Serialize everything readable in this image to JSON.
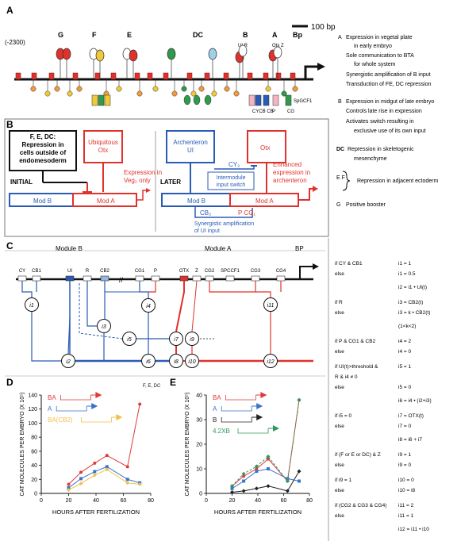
{
  "panels": {
    "A": {
      "letter": "A",
      "scale_label": "100 bp",
      "coordinate": "(-2300)",
      "modules": [
        "G",
        "F",
        "E",
        "DC",
        "B",
        "A",
        "Bp"
      ],
      "sub_labels": {
        "ui_r": "UI R",
        "otx_z": "Otx Z",
        "cy_cb_cb": "CYCB CB",
        "p": "P",
        "cg": "CG",
        "spgcf1": "SpGCF1"
      }
    },
    "A_notes": [
      {
        "key": "A",
        "lines": [
          "Expression in vegetal plate",
          "in early embryo",
          "Sole communication to BTA",
          "for whole system",
          "Synergistic amplification of B input",
          "Transduction of FE, DC repression"
        ]
      },
      {
        "key": "B",
        "lines": [
          "Expression in midgut of late embryo",
          "Controls late rise in expression",
          "Activates switch resulting in",
          "exclusive use of its own input"
        ]
      },
      {
        "key": "DC",
        "lines": [
          "Repression in skeletogenic",
          "mesenchyme"
        ]
      },
      {
        "key": "E F",
        "lines": [
          "Repression in adjacent ectoderm"
        ]
      },
      {
        "key": "G",
        "lines": [
          "Positive booster"
        ]
      }
    ],
    "B": {
      "letter": "B",
      "box_fedc": "F, E, DC:\nRepression in\ncells outside of\nendomesoderm",
      "box_otx_initial": "Ubiquitous\nOtx",
      "veg2": "Expression in\nVeg₂ only",
      "initial": "INITIAL",
      "mod_b": "Mod B",
      "mod_a": "Mod A",
      "archenteron": "Archenteron\nUI",
      "otx": "Otx",
      "cy2": "CY₂",
      "switch": "Intermodule\ninput switch",
      "enhanced": "Enhanced\nexpression in\narchenteron",
      "later": "LATER",
      "cb2": "CB₂",
      "p_cg1": "P CG₁",
      "synergistic": "Synergistic amplification\nof UI input"
    },
    "C": {
      "letter": "C",
      "module_b": "Module B",
      "module_a": "Module A",
      "bp": "BP",
      "sites": [
        "CY",
        "CB1",
        "UI",
        "R",
        "CB2",
        "CG1",
        "P",
        "OTX",
        "Z",
        "CG2",
        "SPCCF1",
        "CG3",
        "CG4"
      ],
      "nodes": [
        "i1",
        "i2",
        "i3",
        "i4",
        "i5",
        "i6",
        "i7",
        "i8",
        "i9",
        "i10",
        "i11",
        "i12"
      ],
      "fedc": "F, E, DC"
    },
    "logic": [
      [
        "if CY & CB1",
        "i1 = 1"
      ],
      [
        "else",
        "i1 = 0.5"
      ],
      [
        "",
        "i2 = i1 • UI(t)"
      ],
      [
        "if R",
        "i3 = CB2(t)"
      ],
      [
        "else",
        "i3 = k • CB2(t)"
      ],
      [
        "",
        "(1<k<2)"
      ],
      [
        "if P & CG1 & CB2",
        "i4 = 2"
      ],
      [
        "else",
        "i4 = 0"
      ],
      [
        "if UI(t)>threshold &",
        "i5 = 1"
      ],
      [
        "R & i4 ≠ 0",
        ""
      ],
      [
        "else",
        "i5 = 0"
      ],
      [
        "",
        "i6 = i4 • (i2+i3)"
      ],
      [
        "if i5 = 0",
        "i7 = OTX(t)"
      ],
      [
        "else",
        "i7 = 0"
      ],
      [
        "",
        "i8 = i6 + i7"
      ],
      [
        "if (F or E or DC) & Z",
        "i9 = 1"
      ],
      [
        "else",
        "i9 = 0"
      ],
      [
        "if i9 = 1",
        "i10 = 0"
      ],
      [
        "else",
        "i10 = i8"
      ],
      [
        "if (CG2 & CG3 & CG4)",
        "i11 = 2"
      ],
      [
        "else",
        "i11 = 1"
      ],
      [
        "",
        "i12 = i11 • i10"
      ]
    ]
  },
  "chart_data": [
    {
      "id": "D",
      "type": "line",
      "letter": "D",
      "xlabel": "HOURS AFTER FERTILIZATION",
      "ylabel": "CAT MOLECULES PER EMBRYO (X 10⁵)",
      "xlim": [
        0,
        80
      ],
      "ylim": [
        0,
        140
      ],
      "xticks": [
        0,
        20,
        40,
        60,
        80
      ],
      "yticks": [
        0,
        20,
        40,
        60,
        80,
        100,
        120,
        140
      ],
      "x": [
        20,
        29,
        39,
        48,
        63,
        72
      ],
      "series": [
        {
          "name": "BA",
          "color": "#e23a3a",
          "values": [
            13,
            30,
            43,
            54,
            38,
            127
          ]
        },
        {
          "name": "A",
          "color": "#3a74c8",
          "values": [
            8,
            21,
            31,
            38,
            20,
            15
          ]
        },
        {
          "name": "BA(CB2)",
          "color": "#f0c24a",
          "values": [
            5,
            14,
            26,
            34,
            15,
            13
          ]
        }
      ]
    },
    {
      "id": "E",
      "type": "line",
      "letter": "E",
      "xlabel": "HOURS AFTER FERTILIZATION",
      "ylabel": "CAT MOLECULES PER EMBRYO (X 10⁵)",
      "xlim": [
        0,
        80
      ],
      "ylim": [
        0,
        40
      ],
      "xticks": [
        0,
        20,
        40,
        60,
        80
      ],
      "yticks": [
        0,
        10,
        20,
        30,
        40
      ],
      "x": [
        20,
        29,
        39,
        48,
        63,
        72
      ],
      "series": [
        {
          "name": "BA",
          "color": "#e23a3a",
          "values": [
            3,
            7,
            10,
            14,
            5,
            38
          ]
        },
        {
          "name": "A",
          "color": "#3a74c8",
          "values": [
            2,
            5,
            9,
            10,
            6,
            5
          ]
        },
        {
          "name": "B",
          "color": "#222222",
          "values": [
            0.5,
            1,
            2,
            3,
            1,
            9
          ]
        },
        {
          "name": "4.2XB",
          "color": "#2f9a5a",
          "values": [
            3,
            8,
            11,
            15,
            5,
            38
          ]
        }
      ]
    }
  ],
  "colors": {
    "red": "#e0322c",
    "blue": "#2a5bb5",
    "green": "#2f9a4a",
    "yellow": "#f0c93a",
    "orange": "#f09a3a",
    "pink": "#f4b4c4",
    "black": "#111111"
  },
  "legend_tags": {
    "ba": "B A",
    "a": "A",
    "b": "B",
    "a_tag": "A"
  }
}
